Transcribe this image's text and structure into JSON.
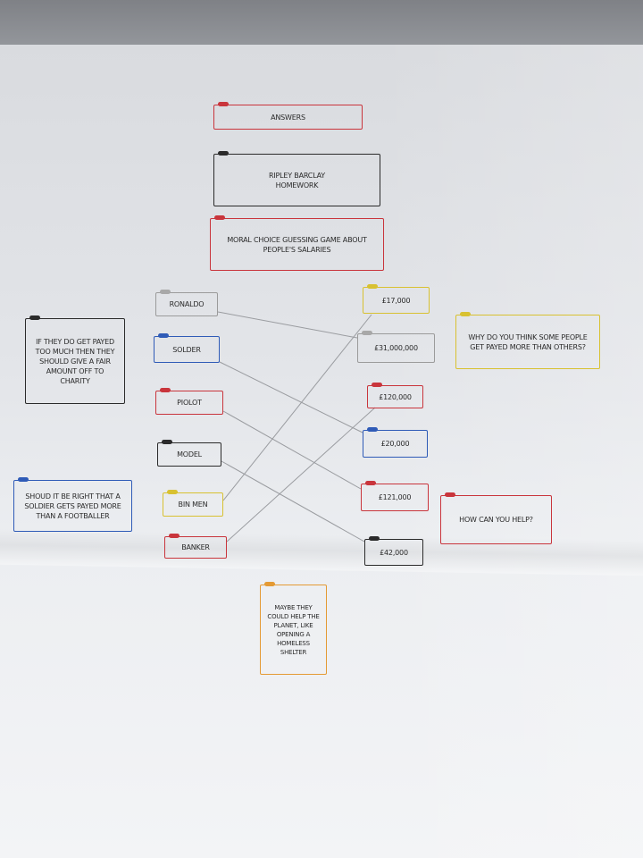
{
  "header": {
    "answers": "ANSWERS",
    "author": "RIPLEY BARCLAY HOMEWORK",
    "subtitle": "MORAL CHOICE GUESSING GAME ABOUT PEOPLE'S SALARIES"
  },
  "jobs": [
    "RONALDO",
    "SOLDER",
    "PIOLOT",
    "MODEL",
    "BIN MEN",
    "BANKER"
  ],
  "salaries": [
    "£17,000",
    "£31,000,000",
    "£120,000",
    "£20,000",
    "£121,000",
    "£42,000"
  ],
  "notes": {
    "charity": "IF THEY DO GET PAYED TOO MUCH THEN THEY SHOULD GIVE A FAIR AMOUNT OFF TO CHARITY",
    "soldier": "SHOUD IT BE RIGHT THAT A SOLDIER GETS PAYED MORE THAN A FOOTBALLER",
    "why": "WHY DO YOU THINK SOME PEOPLE GET PAYED MORE THAN OTHERS?",
    "help": "HOW CAN YOU HELP?",
    "planet": "MAYBE THEY COULD HELP THE PLANET, LIKE OPENING A HOMELESS SHELTER"
  },
  "connections": [
    {
      "job": "RONALDO",
      "salary": "£31,000,000"
    },
    {
      "job": "SOLDER",
      "salary": "£20,000"
    },
    {
      "job": "PIOLOT",
      "salary": "£121,000"
    },
    {
      "job": "MODEL",
      "salary": "£42,000"
    },
    {
      "job": "BIN MEN",
      "salary": "£17,000"
    },
    {
      "job": "BANKER",
      "salary": "£120,000"
    }
  ],
  "colors": {
    "red": "#c9353c",
    "black": "#2b2b2b",
    "blue": "#2f5bb7",
    "yellow": "#d8c131",
    "gray": "#9b9b9b",
    "orange": "#e49a34",
    "connector": "#9a9ca0"
  }
}
